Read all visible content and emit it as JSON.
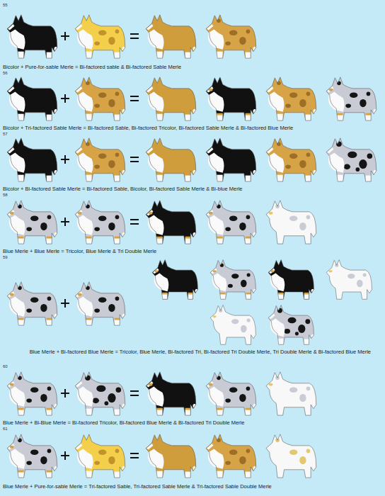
{
  "diagram": {
    "labels": [
      "55",
      "Bicolor + Pure-for-sable Merle = Bi-factored sable & Bi-factored Sable Merle",
      "56",
      "Bicolor + Tri-factored Sable Merle = Bi-factored Sable, Bi-factored Tricolor, Bi-factored Sable Merle & Bi-factored Blue Merle",
      "57",
      "Bicolor + Bi-factored Sable Merle = Bi-factored Sable, Bicolor, Bi-factored Sable Merle & Bi-blue Merle",
      "58",
      "Blue Merle + Blue Merle = Tricolor, Blue Merle & Tri Double Merle",
      "59",
      "Blue Merle + Bi-factored Blue Merle = Tricolor, Blue Merle, Bi-factored Tri, Bi-factored Tri Double Merle, Tri Double Merle & Bi-factored Blue Merle",
      "60",
      "Blue Merle + Bi-Blue Merle = Bi-factored Tricolor, Bi-factored Blue Merle & Bi-factored Tri Double Merle",
      "61",
      "Blue Merle + Pure-for-sable Merle = Tri-factored Sable, Tri-factored Sable Merle & Tri-factored Sable Double Merle"
    ]
  }
}
